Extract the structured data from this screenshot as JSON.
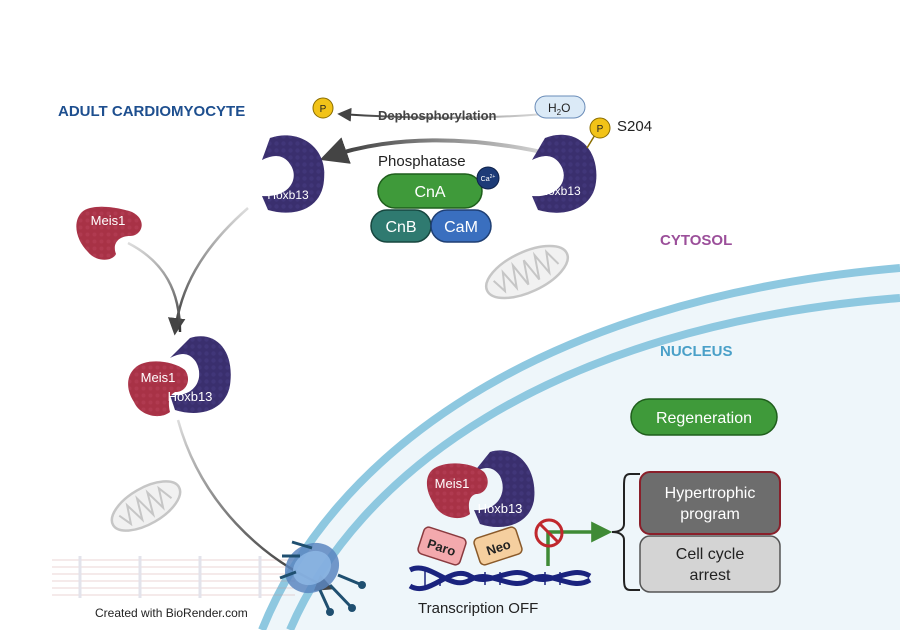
{
  "labels": {
    "cell_type": "ADULT CARDIOMYOCYTE",
    "cytosol": "CYTOSOL",
    "nucleus": "NUCLEUS",
    "dephosphorylation": "Dephosphorylation",
    "water": "H",
    "water_sub": "2",
    "water_o": "O",
    "phosphatase": "Phosphatase",
    "site": "S204",
    "phosphate": "P",
    "calcium": "Ca",
    "calcium_sup": "2+",
    "transcription": "Transcription OFF",
    "credit": "Created with BioRender.com"
  },
  "proteins": {
    "hoxb13": "Hoxb13",
    "meis1": "Meis1",
    "cna": "CnA",
    "cnb": "CnB",
    "cam": "CaM",
    "paro": "Paro",
    "neo": "Neo"
  },
  "outcomes": {
    "regeneration": "Regeneration",
    "hypertrophic_1": "Hypertrophic",
    "hypertrophic_2": "program",
    "cellcycle_1": "Cell cycle",
    "cellcycle_2": "arrest"
  },
  "colors": {
    "hoxb13": "#3a2f6e",
    "meis1": "#a83246",
    "cna": "#3f9a3a",
    "cnb": "#2f7a70",
    "cam": "#3a6fbf",
    "membrane": "#8ec8e0",
    "nucleoplasm": "#eef6fa",
    "phosphate": "#f2c318",
    "inhibit": "#c0282d",
    "promoter_arrow": "#3f8a35"
  }
}
